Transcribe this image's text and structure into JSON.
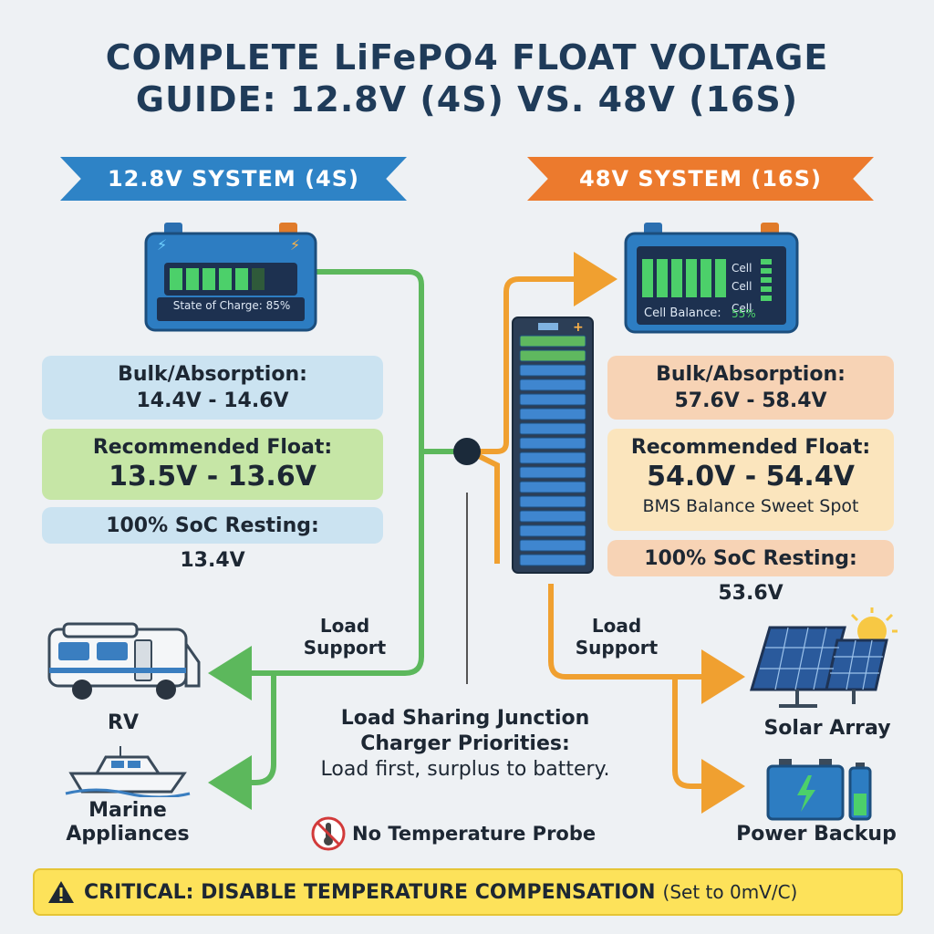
{
  "title_line1": "COMPLETE LiFePO4 FLOAT VOLTAGE",
  "title_line2": "GUIDE: 12.8V (4S) VS. 48V (16S)",
  "left": {
    "ribbon": "12.8V SYSTEM (4S)",
    "battery_label": "State of Charge: 85%",
    "bulk_label": "Bulk/Absorption:",
    "bulk_value": "14.4V - 14.6V",
    "float_label": "Recommended Float:",
    "float_value": "13.5V - 13.6V",
    "resting_label": "100% SoC Resting:",
    "resting_value": "13.4V",
    "load_support": [
      "Load",
      "Support"
    ],
    "targets": [
      {
        "name": "RV",
        "icon": "rv-icon"
      },
      {
        "name_lines": [
          "Marine",
          "Appliances"
        ],
        "icon": "boat-icon"
      }
    ]
  },
  "right": {
    "ribbon": "48V SYSTEM (16S)",
    "battery_cells": [
      "Cell",
      "Cell",
      "Cell"
    ],
    "battery_label": "Cell Balance:",
    "battery_pct": "55%",
    "bulk_label": "Bulk/Absorption:",
    "bulk_value": "57.6V - 58.4V",
    "float_label": "Recommended Float:",
    "float_value": "54.0V - 54.4V",
    "float_note": "BMS Balance Sweet Spot",
    "resting_label": "100% SoC Resting:",
    "resting_value": "53.6V",
    "load_support": [
      "Load",
      "Support"
    ],
    "targets": [
      {
        "name": "Solar Array",
        "icon": "solar-panel-icon"
      },
      {
        "name": "Power Backup",
        "icon": "battery-icon"
      }
    ]
  },
  "junction": {
    "title": "Load Sharing Junction",
    "subtitle": "Charger Priorities:",
    "note": "Load first, surplus to battery."
  },
  "no_probe": "No Temperature Probe",
  "warning": {
    "main": "CRITICAL: DISABLE TEMPERATURE COMPENSATION",
    "sub": "(Set to 0mV/C)"
  },
  "colors": {
    "blue": "#2e83c6",
    "orange": "#ec7a2d",
    "green_line": "#5cb85c",
    "orange_line": "#f0a030",
    "warning": "#fde25a"
  }
}
